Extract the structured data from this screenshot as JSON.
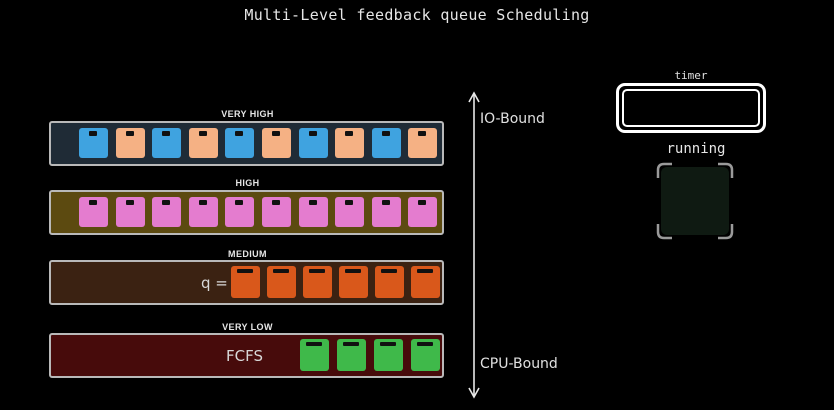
{
  "title": "Multi-Level feedback queue Scheduling",
  "colors": {
    "blue": "#3fa3e0",
    "peach": "#f5b184",
    "pink": "#e47ccf",
    "orange": "#d9581b",
    "green": "#3fb94a",
    "very_high_bg": "#1f2b36",
    "high_bg": "#5c4a10",
    "medium_bg": "#3b2212",
    "very_low_bg": "#470b0b"
  },
  "queues": [
    {
      "label": "VERY HIGH",
      "quantum_text": "",
      "processes": [
        "blue",
        "peach",
        "blue",
        "peach",
        "blue",
        "peach",
        "blue",
        "peach",
        "blue",
        "peach"
      ]
    },
    {
      "label": "HIGH",
      "quantum_text": "",
      "processes": [
        "pink",
        "pink",
        "pink",
        "pink",
        "pink",
        "pink",
        "pink",
        "pink",
        "pink",
        "pink"
      ]
    },
    {
      "label": "MEDIUM",
      "quantum_text": "q =",
      "processes": [
        "orange",
        "orange",
        "orange",
        "orange",
        "orange",
        "orange"
      ]
    },
    {
      "label": "VERY LOW",
      "quantum_text": "FCFS",
      "processes": [
        "green",
        "green",
        "green",
        "green"
      ]
    }
  ],
  "axis": {
    "top_label": "IO-Bound",
    "bottom_label": "CPU-Bound"
  },
  "timer": {
    "label": "timer"
  },
  "running": {
    "label": "running"
  }
}
